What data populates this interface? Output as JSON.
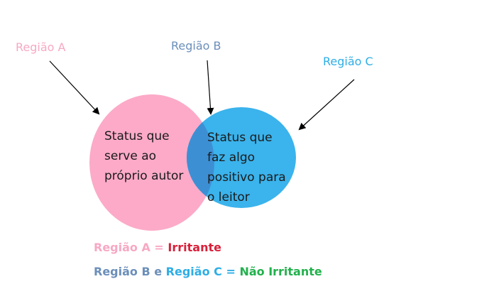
{
  "labels": {
    "region_a": "Região A",
    "region_b": "Região B",
    "region_c": "Região C"
  },
  "circles": {
    "left_text": [
      "Status que",
      "serve ao",
      "próprio autor"
    ],
    "right_text": [
      "Status que",
      "faz algo",
      "positivo para",
      "o leitor"
    ]
  },
  "legend": {
    "line1": {
      "region": "Região A",
      "equals": " = ",
      "result": "Irritante"
    },
    "line2": {
      "region_b": "Região B",
      "conj": " e ",
      "region_c": "Região C",
      "equals": " = ",
      "result": "Não Irritante"
    }
  },
  "colors": {
    "region_a": "#f7a8c4",
    "region_b": "#6b8fba",
    "region_c": "#2eaee6",
    "circle_left": "#fcaac8",
    "circle_right": "#3bb3ec",
    "overlap": "#3d8fd4",
    "irritante": "#d8213a",
    "nao_irritante": "#22b14c"
  }
}
